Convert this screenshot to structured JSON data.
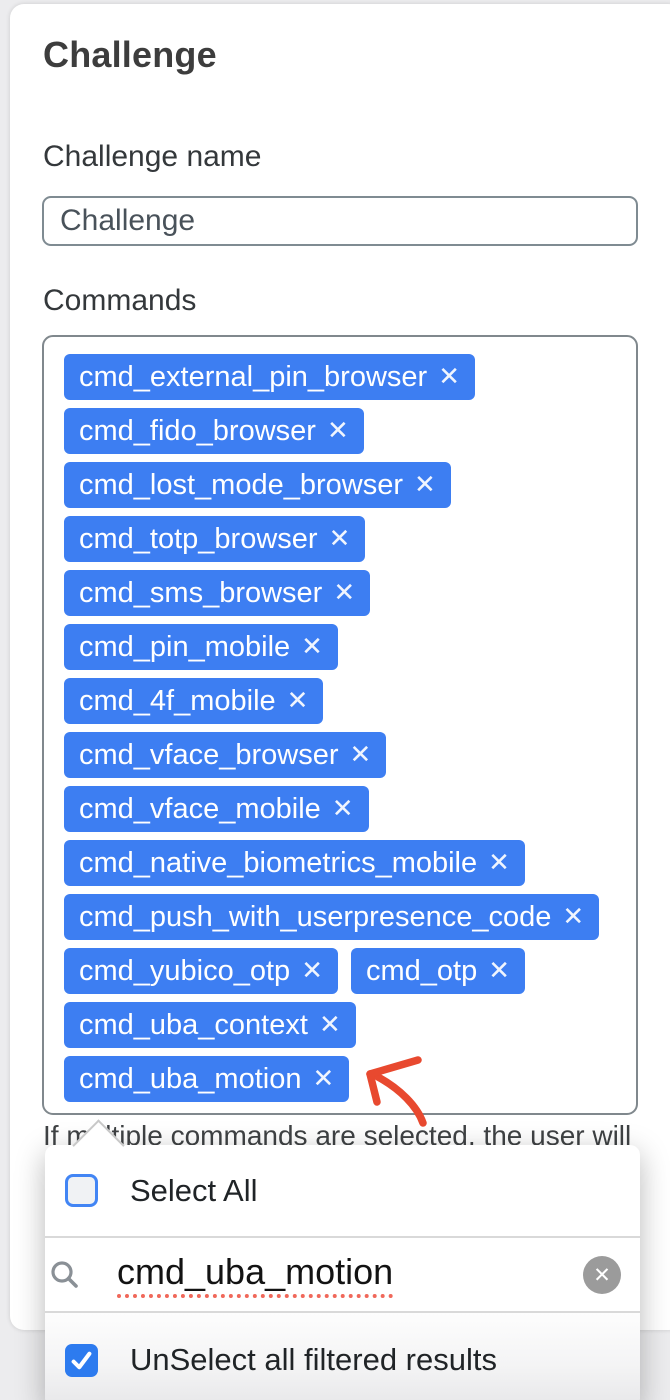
{
  "colors": {
    "accent_blue": "#3d7ef2",
    "checkbox_checked_blue": "#2d7bef",
    "arrow_red": "#e8492f"
  },
  "form": {
    "heading": "Challenge",
    "name_field": {
      "label": "Challenge name",
      "value": "Challenge"
    },
    "commands_field": {
      "label": "Commands",
      "remove_icon": "✕",
      "tag_rows": [
        [
          "cmd_external_pin_browser"
        ],
        [
          "cmd_fido_browser"
        ],
        [
          "cmd_lost_mode_browser"
        ],
        [
          "cmd_totp_browser"
        ],
        [
          "cmd_sms_browser"
        ],
        [
          "cmd_pin_mobile"
        ],
        [
          "cmd_4f_mobile"
        ],
        [
          "cmd_vface_browser"
        ],
        [
          "cmd_vface_mobile"
        ],
        [
          "cmd_native_biometrics_mobile"
        ],
        [
          "cmd_push_with_userpresence_code"
        ],
        [
          "cmd_yubico_otp",
          "cmd_otp"
        ],
        [
          "cmd_uba_context"
        ],
        [
          "cmd_uba_motion"
        ]
      ],
      "help_text": "If multiple commands are selected, the user will"
    }
  },
  "dropdown": {
    "select_all": {
      "label": "Select All",
      "checked": false
    },
    "search": {
      "value": "cmd_uba_motion",
      "clear_icon": "✕"
    },
    "unselect_filtered": {
      "label": "UnSelect all filtered results",
      "checked": true
    }
  }
}
